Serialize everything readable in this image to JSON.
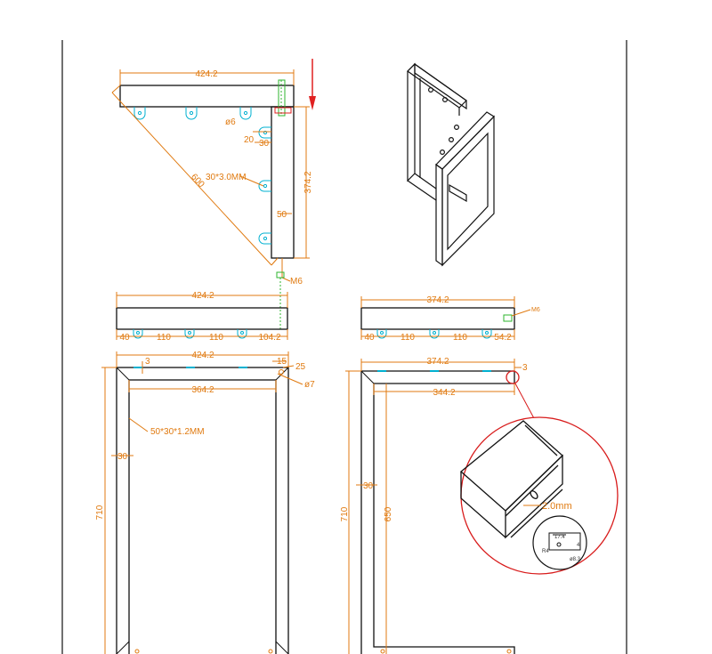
{
  "colors": {
    "outline": "#111111",
    "dimension": "#e07a10",
    "mount": "#00b0d0",
    "hole": "#2db42d",
    "arrow": "#e02020",
    "detail": "#d81b1b"
  },
  "side_view": {
    "top_length": "424.2",
    "diagonal": "600",
    "vertical": "374.2",
    "hole_dia": "ø6",
    "offset_20": "20",
    "offset_30": "30",
    "tube_size": "30*3.0MM",
    "width_50": "50",
    "bolt": "M6"
  },
  "plan_left": {
    "length": "424.2",
    "spacings": [
      "40",
      "110",
      "110",
      "104.2"
    ]
  },
  "plan_right": {
    "length": "374.2",
    "spacings": [
      "40",
      "110",
      "110",
      "54.2"
    ],
    "bolt": "M6"
  },
  "front_left": {
    "outer_width": "424.2",
    "inner_width": "364.2",
    "top_3": "3",
    "top_15": "15",
    "top_25": "25",
    "hole_dia": "ø7",
    "tube_spec": "50*30*1.2MM",
    "wall": "30",
    "height": "710"
  },
  "front_right": {
    "outer_width": "374.2",
    "inner_width": "344.2",
    "top_3": "3",
    "wall": "30",
    "height": "710",
    "inner_height": "650"
  },
  "detail": {
    "wall_thickness": "2.0mm",
    "small_a": "17.4",
    "small_b": "R4",
    "small_c": "ø8.3",
    "small_d": "4"
  }
}
